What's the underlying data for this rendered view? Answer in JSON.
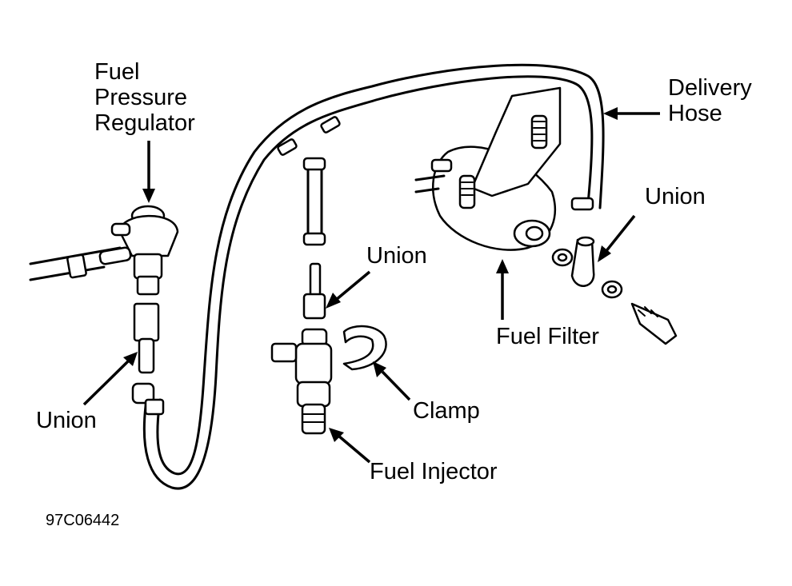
{
  "diagram": {
    "type": "exploded parts diagram",
    "subject": "Fuel delivery system components",
    "labels": {
      "fuel_pressure_regulator": [
        "Fuel",
        "Pressure",
        "Regulator"
      ],
      "delivery_hose": [
        "Delivery",
        "Hose"
      ],
      "union_right": "Union",
      "union_center": "Union",
      "union_left": "Union",
      "fuel_filter": "Fuel Filter",
      "clamp": "Clamp",
      "fuel_injector": "Fuel Injector"
    },
    "figure_code": "97C06442"
  }
}
